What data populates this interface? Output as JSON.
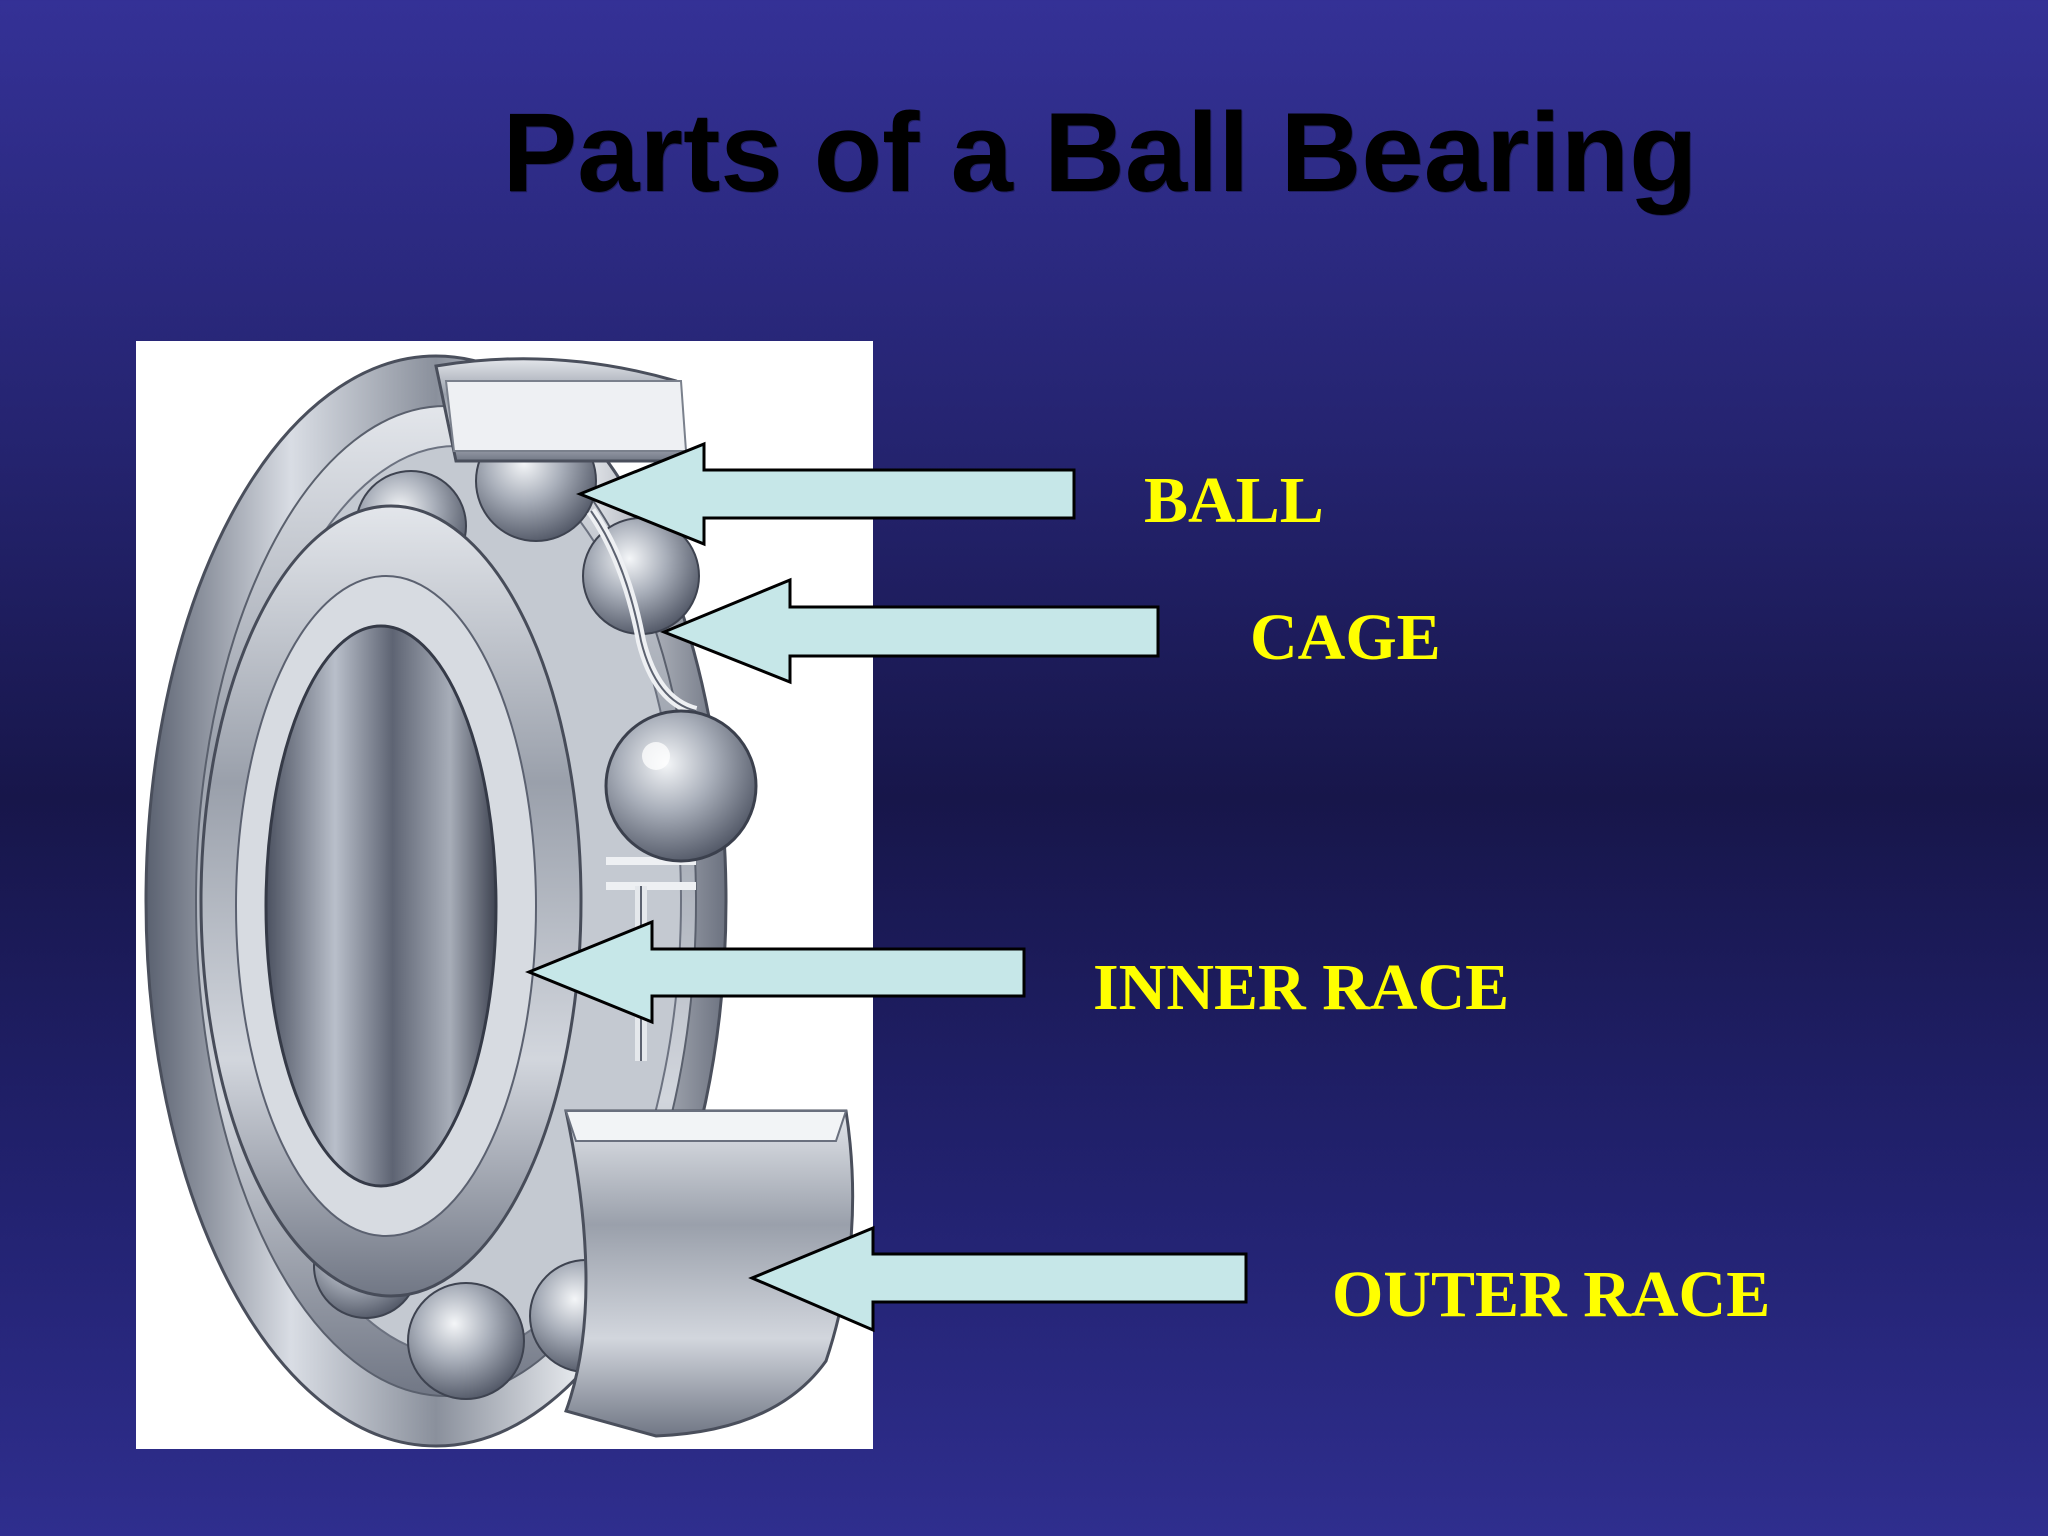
{
  "slide": {
    "title": "Parts of a Ball Bearing"
  },
  "labels": {
    "ball": "BALL",
    "cage": "CAGE",
    "inner_race": "INNER RACE",
    "outer_race": "OUTER RACE"
  },
  "colors": {
    "label_text": "#ffff00",
    "arrow_fill": "#c6e7e8",
    "title_text": "#000000"
  }
}
